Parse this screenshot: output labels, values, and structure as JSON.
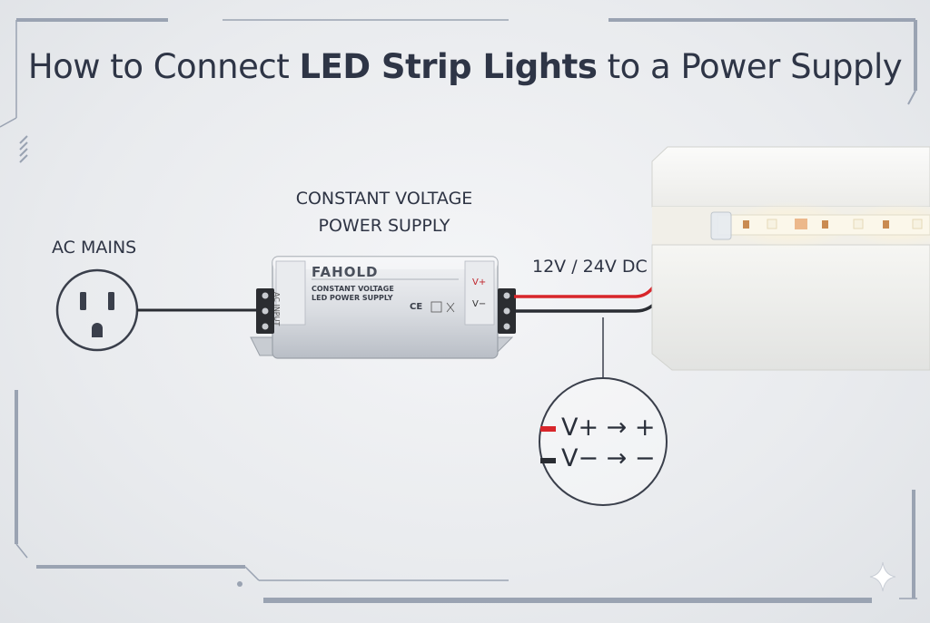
{
  "title": {
    "prefix": "How to Connect ",
    "emphasis": "LED Strip Lights",
    "suffix": " to a Power Supply"
  },
  "labels": {
    "ac_mains": "AC MAINS",
    "psu_line1": "CONSTANT VOLTAGE",
    "psu_line2": "POWER SUPPLY",
    "dc_output": "12V / 24V DC"
  },
  "psu_unit": {
    "brand": "FAHOLD",
    "model_line1": "CONSTANT VOLTAGE",
    "model_line2": "LED POWER SUPPLY",
    "side_label": "AC INPUT",
    "terminal_positive": "V+",
    "terminal_negative": "V−",
    "cert_mark": "CE"
  },
  "wiring_key": {
    "positive": "V+ → +",
    "negative": "V− → −"
  },
  "colors": {
    "positive_wire": "#d8262b",
    "negative_wire": "#2a2d33",
    "frame_accent": "#9aa3b2",
    "title_text": "#2e3546"
  }
}
